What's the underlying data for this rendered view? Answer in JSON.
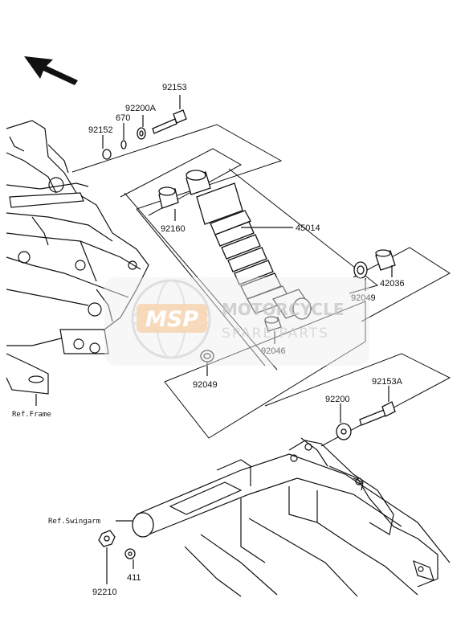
{
  "parts": [
    {
      "id": "p92153",
      "number": "92153"
    },
    {
      "id": "p92200A",
      "number": "92200A"
    },
    {
      "id": "p670",
      "number": "670"
    },
    {
      "id": "p92152",
      "number": "92152"
    },
    {
      "id": "p92160",
      "number": "92160"
    },
    {
      "id": "p45014",
      "number": "45014"
    },
    {
      "id": "p42036",
      "number": "42036"
    },
    {
      "id": "p92049a",
      "number": "92049"
    },
    {
      "id": "p92046",
      "number": "92046"
    },
    {
      "id": "p92049b",
      "number": "92049"
    },
    {
      "id": "p92153A",
      "number": "92153A"
    },
    {
      "id": "p92200",
      "number": "92200"
    },
    {
      "id": "p411",
      "number": "411"
    },
    {
      "id": "p92210",
      "number": "92210"
    }
  ],
  "references": {
    "frame": "Ref.Frame",
    "swingarm": "Ref.Swingarm"
  },
  "watermark": {
    "logo": "MSP",
    "title": "MOTORCYCLE",
    "subtitle": "SPARE PARTS"
  }
}
